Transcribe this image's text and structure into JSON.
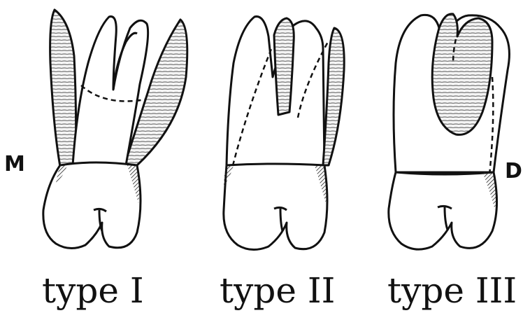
{
  "labels": {
    "mesial": "M",
    "distal": "D",
    "types": [
      "type I",
      "type II",
      "type III"
    ]
  },
  "colors": {
    "ink": "#111111",
    "background": "#ffffff"
  }
}
